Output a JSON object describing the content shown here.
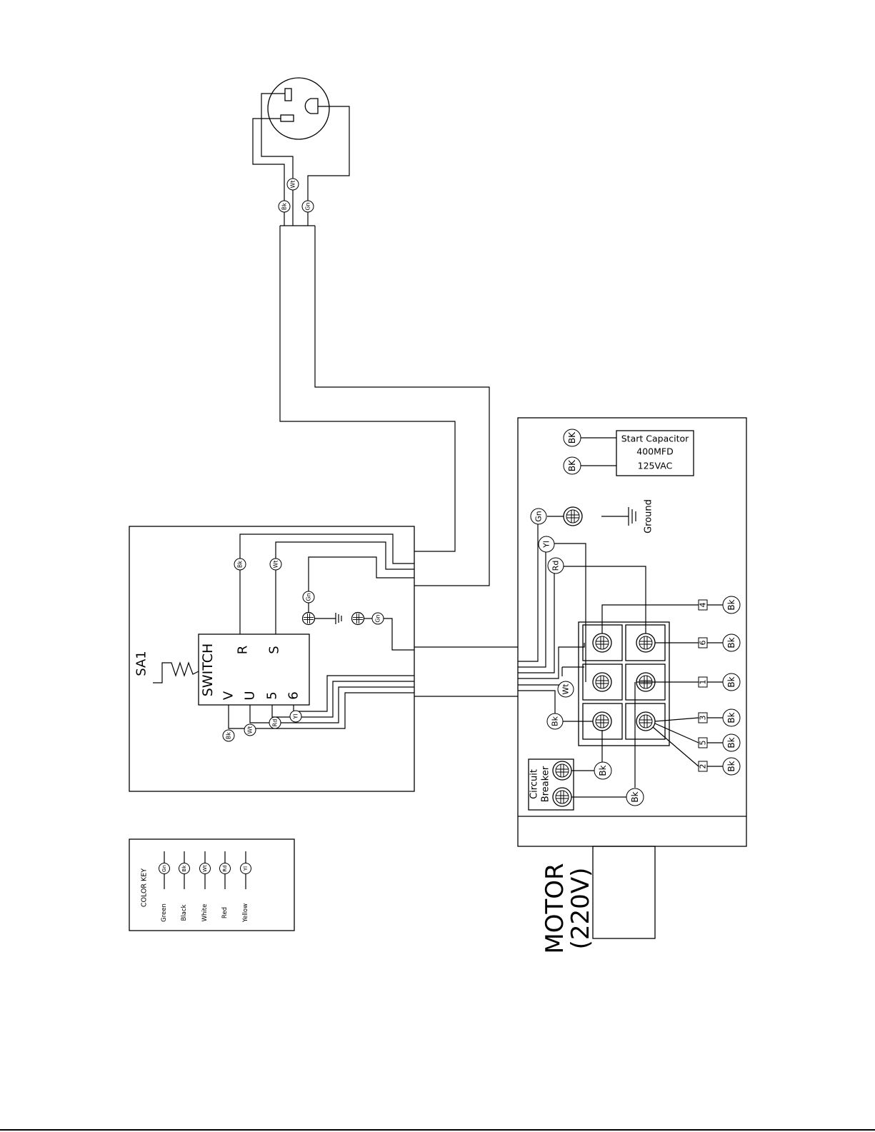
{
  "cord": {
    "tags": [
      "Bk",
      "Wt",
      "Gn"
    ]
  },
  "switch_box": {
    "designator": "SA1",
    "switch_label": "SWITCH",
    "terminals_top": [
      "R",
      "S"
    ],
    "terminals_bottom": [
      "V",
      "U",
      "5",
      "6"
    ],
    "wire_tags_top": [
      "Bk",
      "Wt",
      "Gn"
    ],
    "ground_tag": "Gn",
    "wire_tags_bottom": [
      "Bk",
      "Wt",
      "Rd",
      "Yl"
    ]
  },
  "motor_box": {
    "capacitor": {
      "title": "Start Capacitor",
      "rating": "400MFD",
      "voltage": "125VAC",
      "tags": [
        "BK",
        "BK"
      ]
    },
    "ground_label": "Ground",
    "ground_tag": "Gn",
    "wire_tags": [
      "Yl",
      "Rd",
      "Wt",
      "Bk"
    ],
    "terminal_numbers": [
      "4",
      "6",
      "1",
      "3",
      "5",
      "2"
    ],
    "terminal_tags": [
      "Bk",
      "Bk",
      "Bk",
      "Bk",
      "Bk",
      "Bk"
    ],
    "breaker": {
      "label_line1": "Circuit",
      "label_line2": "Breaker",
      "tags": [
        "Bk",
        "Bk"
      ]
    },
    "motor_label_line1": "MOTOR",
    "motor_label_line2": "(220V)"
  },
  "color_key": {
    "title": "COLOR KEY",
    "entries": [
      {
        "abbr": "Gn",
        "name": "Green"
      },
      {
        "abbr": "Bk",
        "name": "Black"
      },
      {
        "abbr": "Wt",
        "name": "White"
      },
      {
        "abbr": "Rd",
        "name": "Red"
      },
      {
        "abbr": "Yl",
        "name": "Yellow"
      }
    ]
  }
}
